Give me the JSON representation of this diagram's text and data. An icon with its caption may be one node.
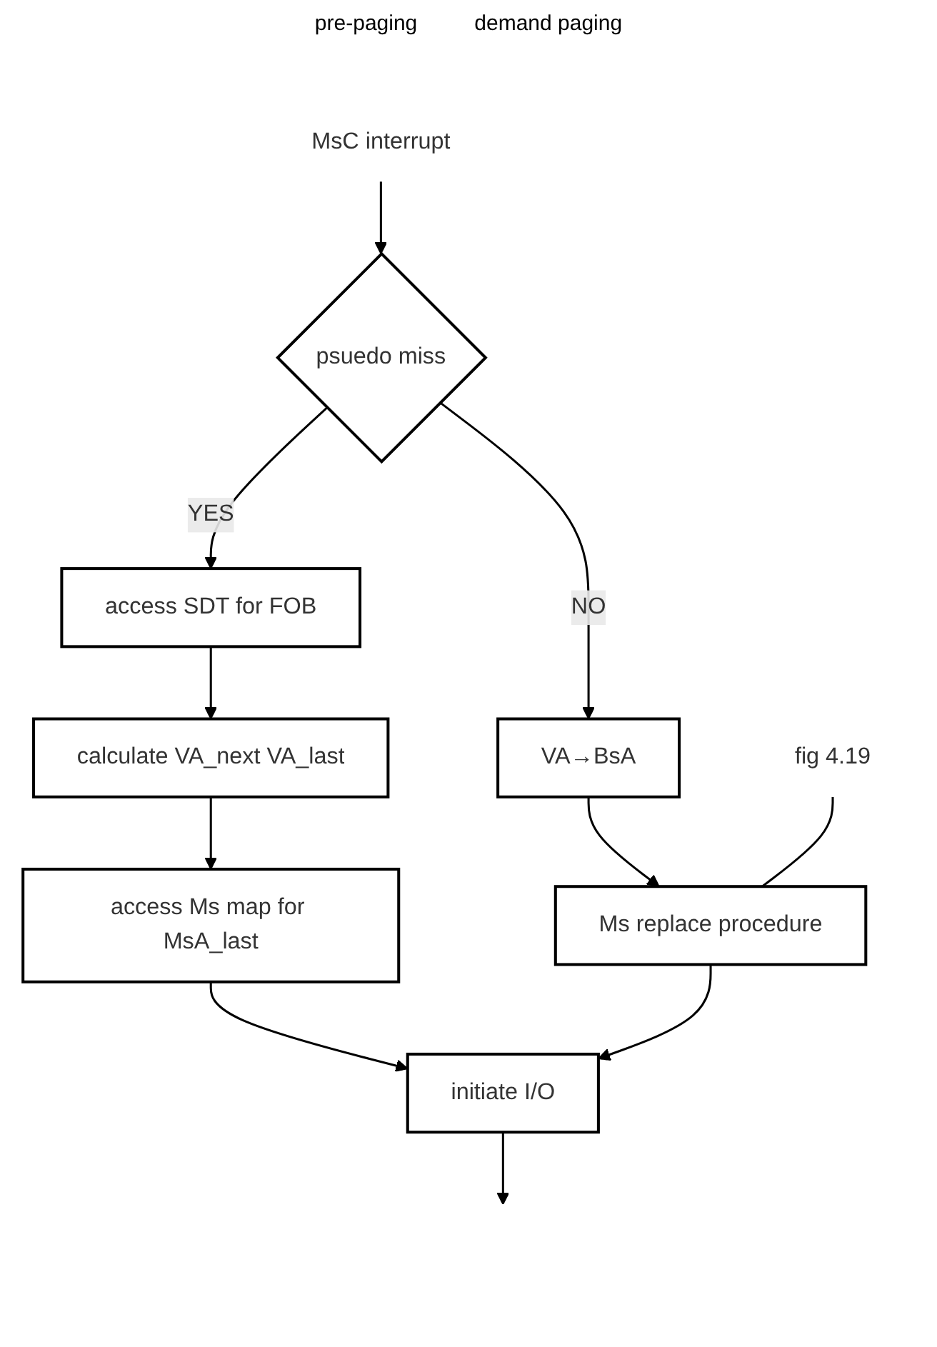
{
  "diagram": {
    "nodes": [
      {
        "text": [
          "MsC interrupt"
        ]
      },
      {
        "text": [
          "psuedo miss"
        ]
      },
      {
        "text": [
          "access SDT for FOB"
        ]
      },
      {
        "text": [
          "calculate VA_next VA_last"
        ]
      },
      {
        "text": [
          "access Ms map for MsA_last"
        ]
      },
      {
        "text": [
          "VA→BsA"
        ]
      },
      {
        "text": [
          "Ms replace procedure"
        ]
      },
      {
        "text": [
          "initiate I/O"
        ]
      },
      {
        "text": [
          "fig 4.19"
        ]
      }
    ],
    "edges": [
      {
        "from": 0,
        "to": 1,
        "arrow": "to"
      },
      {
        "from": 1,
        "to": 2,
        "arrow": "to",
        "label": "YES"
      },
      {
        "from": 1,
        "to": 5,
        "arrow": "to",
        "label": "NO"
      },
      {
        "from": 2,
        "to": 3,
        "arrow": "to"
      },
      {
        "from": 3,
        "to": 4,
        "arrow": "to"
      },
      {
        "from": 5,
        "to": 6,
        "arrow": "to"
      },
      {
        "from": 4,
        "to": 7,
        "arrow": "to"
      },
      {
        "from": 6,
        "to": 7,
        "arrow": "to"
      },
      {
        "from": 8,
        "to": 6,
        "arrow": "none"
      },
      {
        "from": 7,
        "to": null,
        "arrow": "to"
      }
    ],
    "labels": [
      "pre-paging",
      "demand paging"
    ]
  }
}
